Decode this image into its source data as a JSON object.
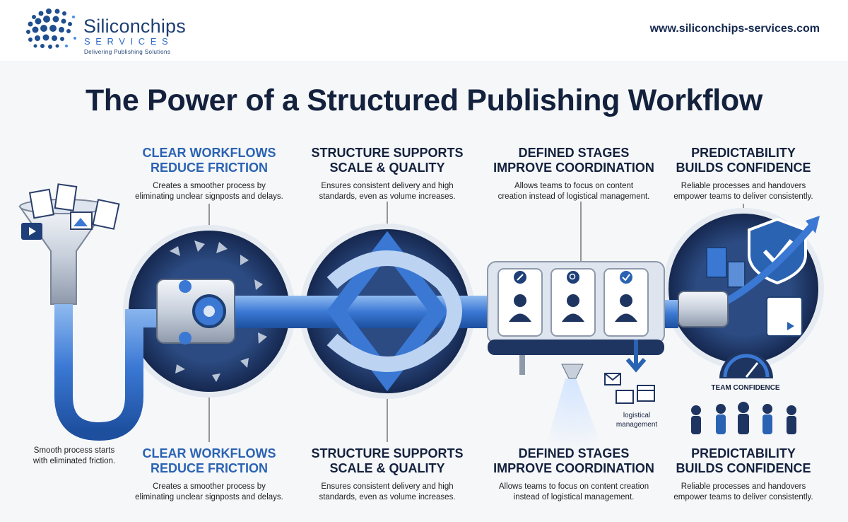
{
  "header": {
    "brand_name": "Siliconchips",
    "brand_sub": "SERVICES",
    "tagline": "Delivering Publishing Solutions",
    "website": "www.siliconchips-services.com"
  },
  "title": "The Power of a Structured Publishing Workflow",
  "top_columns": [
    {
      "heading_line1": "CLEAR WORKFLOWS",
      "heading_line2": "REDUCE FRICTION",
      "desc_line1": "Creates a smoother process by",
      "desc_line2": "eliminating unclear signposts and delays."
    },
    {
      "heading_line1": "STRUCTURE SUPPORTS",
      "heading_line2": "SCALE & QUALITY",
      "desc_line1": "Ensures consistent delivery and high",
      "desc_line2": "standards, even as volume increases."
    },
    {
      "heading_line1": "DEFINED STAGES",
      "heading_line2": "IMPROVE COORDINATION",
      "desc_line1": "Allows teams to focus on content",
      "desc_line2": "creation instead of logistical management."
    },
    {
      "heading_line1": "PREDICTABILITY",
      "heading_line2": "BUILDS CONFIDENCE",
      "desc_line1": "Reliable processes and handovers",
      "desc_line2": "empower teams to deliver consistently."
    }
  ],
  "bottom_columns": [
    {
      "heading_line1": "CLEAR WORKFLOWS",
      "heading_line2": "REDUCE FRICTION",
      "desc_line1": "Creates a smoother process by",
      "desc_line2": "eliminating unclear signposts and delays."
    },
    {
      "heading_line1": "STRUCTURE SUPPORTS",
      "heading_line2": "SCALE & QUALITY",
      "desc_line1": "Ensures consistent delivery and high",
      "desc_line2": "standards, even as volume increases."
    },
    {
      "heading_line1": "DEFINED STAGES",
      "heading_line2": "IMPROVE COORDINATION",
      "desc_line1": "Allows teams to focus on content creation",
      "desc_line2": "instead of logistical management."
    },
    {
      "heading_line1": "PREDICTABILITY",
      "heading_line2": "BUILDS CONFIDENCE",
      "desc_line1": "Reliable processes and handovers",
      "desc_line2": "empower teams to deliver consistently."
    }
  ],
  "side_note": {
    "line1": "Smooth process starts",
    "line2": "with eliminated friction."
  },
  "team_confidence_label": "TEAM CONFIDENCE",
  "logistical_label": {
    "line1": "logistical",
    "line2": "management"
  },
  "colors": {
    "navy": "#13213d",
    "accent_blue": "#2b63b3",
    "pipe_blue": "#3a78d4",
    "dark_ring": "#1f3561",
    "light_bg": "#f6f7f9"
  },
  "icons": [
    "logo-dots-icon",
    "document-icon",
    "video-icon",
    "image-icon",
    "funnel-icon",
    "gear-icon",
    "knot-icon",
    "pencil-icon",
    "search-icon",
    "check-icon",
    "shield-check-icon",
    "arrow-up-icon",
    "book-icon",
    "monitor-icon",
    "gauge-icon",
    "calendar-icon",
    "email-icon",
    "lamp-icon",
    "people-icon"
  ]
}
